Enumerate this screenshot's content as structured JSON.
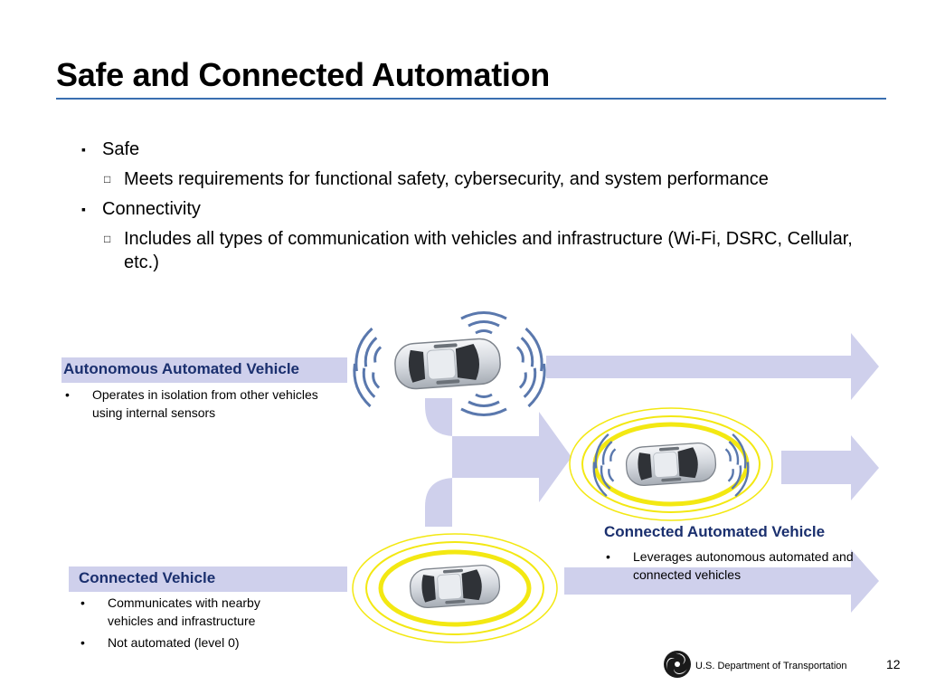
{
  "slide": {
    "title": "Safe and Connected Automation"
  },
  "bullets": [
    {
      "text": "Safe",
      "sub": [
        "Meets requirements for functional safety, cybersecurity, and system performance"
      ]
    },
    {
      "text": "Connectivity",
      "sub": [
        "Includes all types of communication with vehicles and infrastructure (Wi-Fi, DSRC, Cellular, etc.)"
      ]
    }
  ],
  "markers": {
    "level1": "▪",
    "level2": "□",
    "dot": "•"
  },
  "diagram": {
    "autonomous": {
      "label": "Autonomous Automated Vehicle",
      "notes": [
        "Operates in isolation from other vehicles using internal sensors"
      ]
    },
    "connected": {
      "label": "Connected Vehicle",
      "notes": [
        "Communicates with nearby vehicles and infrastructure",
        "Not automated (level 0)"
      ]
    },
    "connected_automated": {
      "label": "Connected Automated Vehicle",
      "notes": [
        "Leverages autonomous automated and connected vehicles"
      ]
    }
  },
  "colors": {
    "arrow": "#cfd0ec",
    "label_band": "#cfd0ec",
    "label_text": "#1a2f6e",
    "rule": "#3a6fb0",
    "signal_ring": "#f3e812",
    "sensor_wave": "#5a78ad"
  },
  "icons": {
    "logo": "dot-triskelion-logo",
    "vehicle": "car-icon"
  },
  "footer": {
    "agency": "U.S. Department of Transportation",
    "page": "12"
  }
}
